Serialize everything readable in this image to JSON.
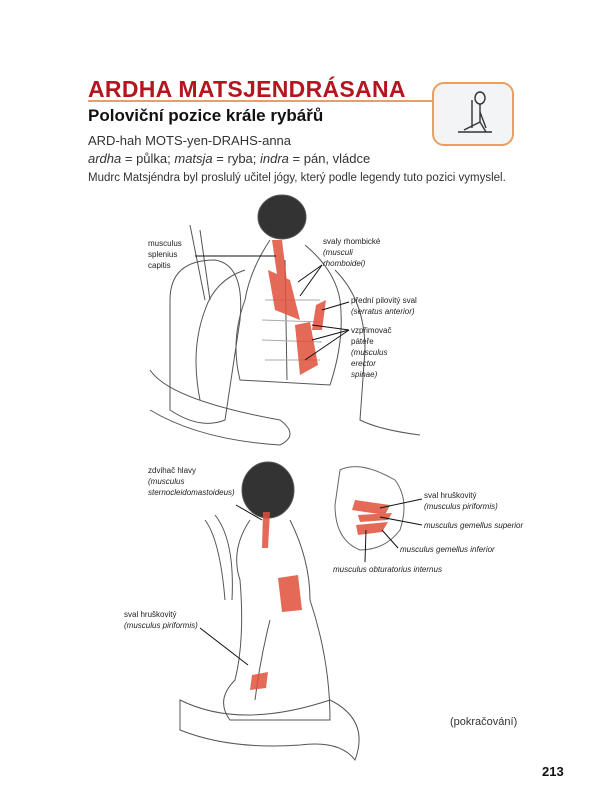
{
  "header": {
    "title": "ARDHA MATSJENDRÁSANA",
    "subtitle": "Poloviční pozice krále rybářů",
    "pronunciation": "ARD-hah MOTS-yen-DRAHS-anna",
    "etymology": {
      "t1": "ardha",
      "d1": " = půlka; ",
      "t2": "matsja",
      "d2": " = ryba; ",
      "t3": "indra",
      "d3": " = pán, vládce"
    },
    "description": "Mudrc Matsjéndra byl proslulý učitel jógy, který podle legendy tuto pozici vymyslel.",
    "pose_icon": "seated-twist-stick-figure-icon"
  },
  "figure_top": {
    "labels": {
      "splenius": [
        "musculus",
        "splenius",
        "capitis"
      ],
      "rhomb": [
        "svaly rhombické",
        "(musculi",
        "rhomboidei)"
      ],
      "serratus": [
        "přední pilovitý sval",
        "(serratus anterior)"
      ],
      "erector": [
        "vzpřimovač",
        "páteře",
        "(musculus",
        "erector",
        "spinae)"
      ]
    }
  },
  "figure_bottom": {
    "labels": {
      "scm": [
        "zdvihač hlavy",
        "(musculus",
        "sternocleidomastoideus)"
      ],
      "piri_left": [
        "sval hruškovitý",
        "(musculus piriformis)"
      ],
      "piri_right": [
        "sval hruškovitý",
        "(musculus piriformis)"
      ],
      "gem_sup": "musculus gemellus superior",
      "gem_inf": "musculus gemellus inferior",
      "obt": "musculus obturatorius internus"
    }
  },
  "footer": {
    "continued": "(pokračování)",
    "page_number": "213"
  },
  "colors": {
    "title": "#b3161f",
    "accent": "#e8a060",
    "muscle": "#e0503a"
  }
}
